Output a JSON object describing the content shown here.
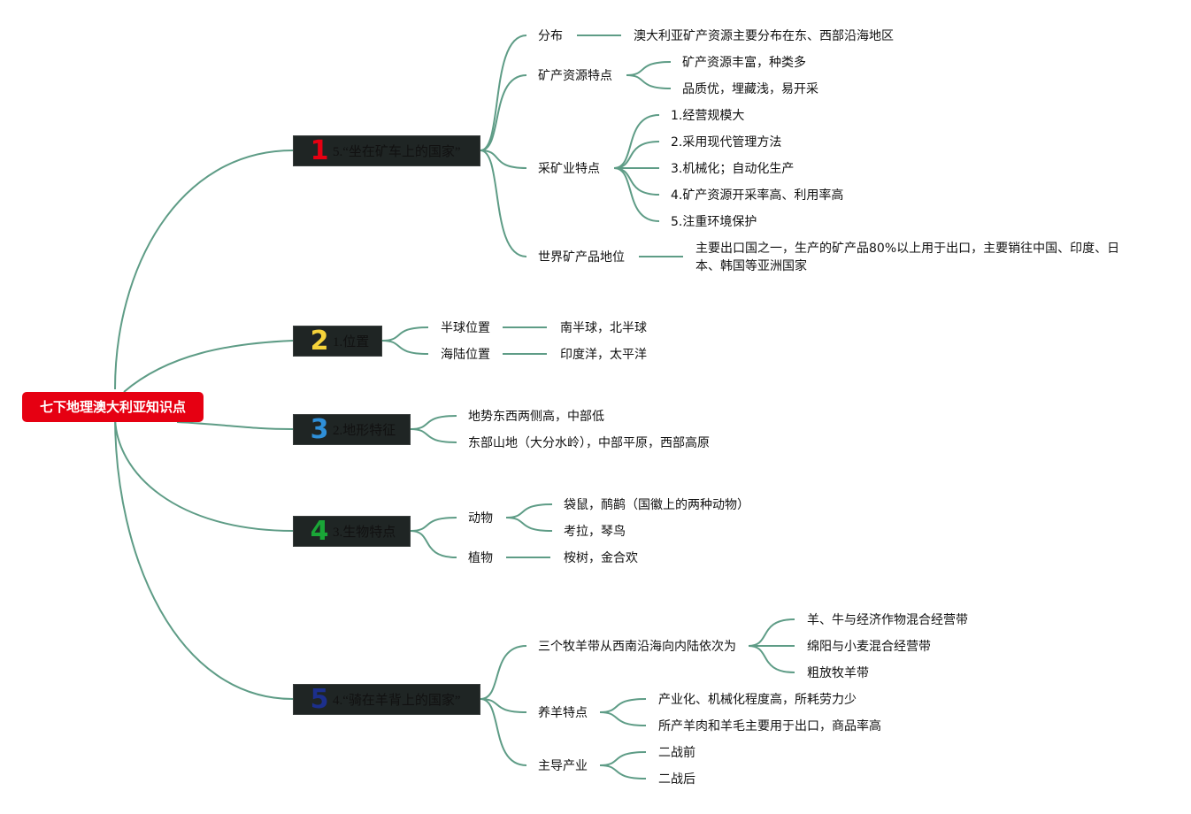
{
  "root": "七下地理澳大利亚知识点",
  "branches": [
    {
      "num": "1",
      "color": "#e60012",
      "label": "5.“坐在矿车上的国家”",
      "children": [
        {
          "label": "分布",
          "children": [
            "澳大利亚矿产资源主要分布在东、西部沿海地区"
          ]
        },
        {
          "label": "矿产资源特点",
          "children": [
            "矿产资源丰富，种类多",
            "品质优，埋藏浅，易开采"
          ]
        },
        {
          "label": "采矿业特点",
          "children": [
            "1.经营规模大",
            "2.采用现代管理方法",
            "3.机械化；自动化生产",
            "4.矿产资源开采率高、利用率高",
            "5.注重环境保护"
          ]
        },
        {
          "label": "世界矿产品地位",
          "children": [
            "主要出口国之一，生产的矿产品80%以上用于出口，主要销往中国、印度、日本、韩国等亚洲国家"
          ]
        }
      ]
    },
    {
      "num": "2",
      "color": "#f5d33a",
      "label": "1.位置",
      "children": [
        {
          "label": "半球位置",
          "children": [
            "南半球，北半球"
          ]
        },
        {
          "label": "海陆位置",
          "children": [
            "印度洋，太平洋"
          ]
        }
      ]
    },
    {
      "num": "3",
      "color": "#2f8fd8",
      "label": "2.地形特征",
      "children": [
        {
          "label": "地势东西两侧高，中部低",
          "children": []
        },
        {
          "label": "东部山地（大分水岭），中部平原，西部高原",
          "children": []
        }
      ]
    },
    {
      "num": "4",
      "color": "#1aa637",
      "label": "3.生物特点",
      "children": [
        {
          "label": "动物",
          "children": [
            "袋鼠，鸸鹋（国徽上的两种动物）",
            "考拉，琴鸟"
          ]
        },
        {
          "label": "植物",
          "children": [
            "桉树，金合欢"
          ]
        }
      ]
    },
    {
      "num": "5",
      "color": "#1c2f8c",
      "label": "4.“骑在羊背上的国家”",
      "children": [
        {
          "label": "三个牧羊带从西南沿海向内陆依次为",
          "children": [
            "羊、牛与经济作物混合经营带",
            "绵阳与小麦混合经营带",
            "粗放牧羊带"
          ]
        },
        {
          "label": "养羊特点",
          "children": [
            "产业化、机械化程度高，所耗劳力少",
            "所产羊肉和羊毛主要用于出口，商品率高"
          ]
        },
        {
          "label": "主导产业",
          "children": [
            "二战前",
            "二战后"
          ]
        }
      ]
    }
  ],
  "colors": {
    "line": "#5e9c86",
    "root_bg": "#e60012",
    "branch_bg": "#1f2524"
  }
}
